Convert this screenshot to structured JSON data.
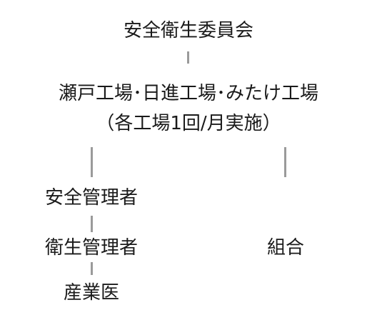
{
  "diagram": {
    "committee": "安全衛生委員会",
    "factories": "瀬戸工場･日進工場･みたけ工場",
    "frequency": "（各工場1回/月実施）",
    "safety_manager": "安全管理者",
    "hygiene_manager": "衛生管理者",
    "industrial_physician": "産業医",
    "union": "組合"
  }
}
